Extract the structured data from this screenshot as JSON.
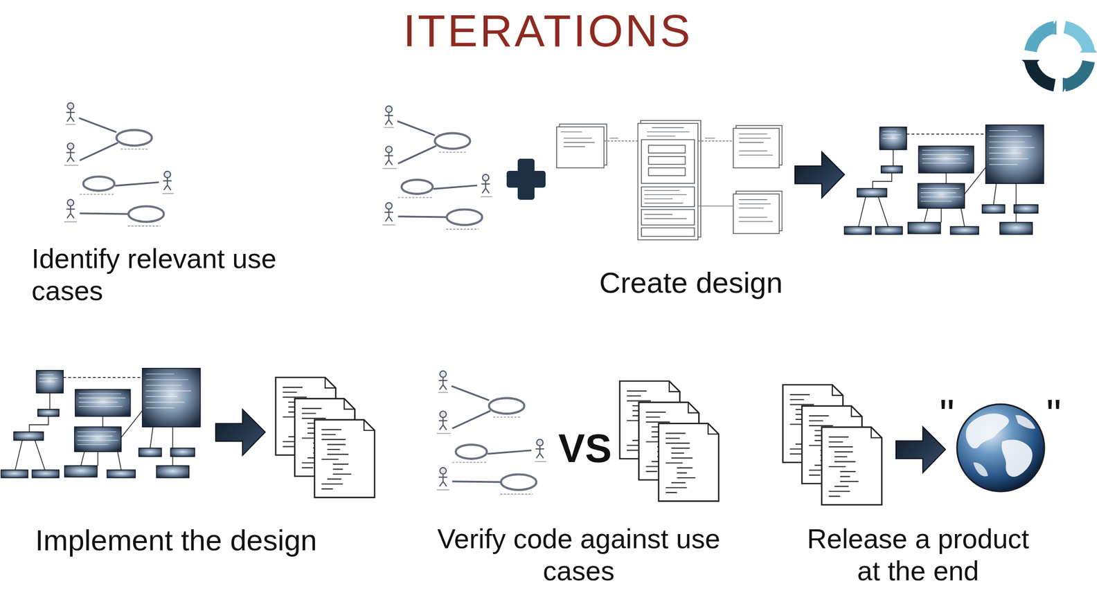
{
  "diagram": {
    "title": "ITERATIONS",
    "labels": [
      "Identify relevant use cases",
      "Create design",
      "VS",
      "\"",
      "\"",
      "Implement the design",
      "Verify code against use cases",
      "Release a product at the end"
    ]
  }
}
